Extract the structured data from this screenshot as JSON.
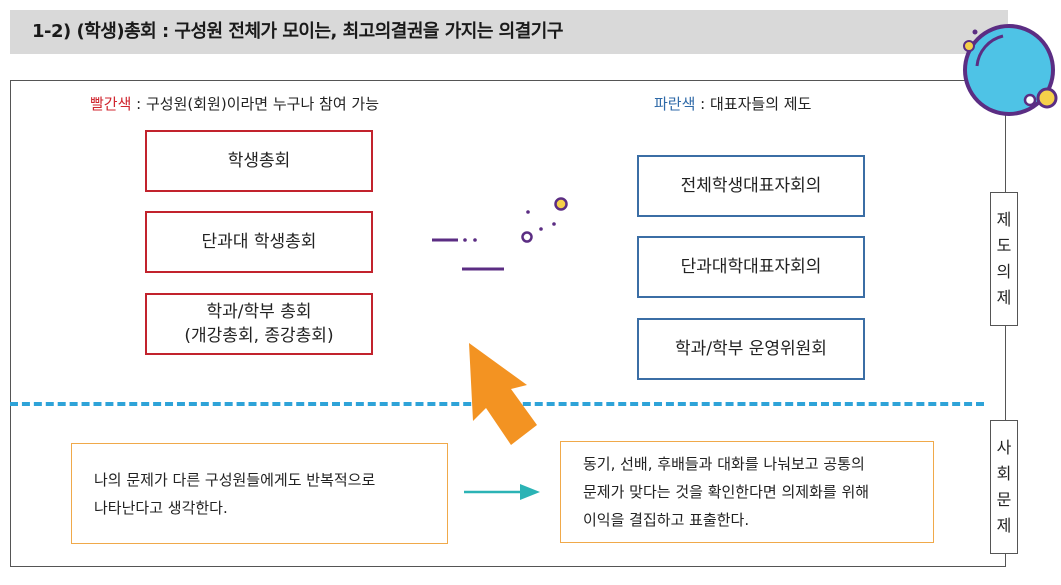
{
  "header": {
    "title": "1-2) (학생)총회 : 구성원 전체가 모이는, 최고의결권을 가지는 의결기구"
  },
  "left": {
    "legend_key": "빨간색",
    "legend_text": " : 구성원(회원)이라면 누구나 참여 가능",
    "items": [
      {
        "line1": "학생총회",
        "line2": ""
      },
      {
        "line1": "단과대 학생총회",
        "line2": ""
      },
      {
        "line1": "학과/학부 총회",
        "line2": "(개강총회, 종강총회)"
      }
    ]
  },
  "right": {
    "legend_key": "파란색",
    "legend_text": " : 대표자들의 제도",
    "items": [
      "전체학생대표자회의",
      "단과대학대표자회의",
      "학과/학부 운영위원회"
    ]
  },
  "side_labels": {
    "institution": [
      "제",
      "도",
      "의",
      "제"
    ],
    "society": [
      "사",
      "회",
      "문",
      "제"
    ]
  },
  "bottom": {
    "left_text": [
      "나의 문제가 다른 구성원들에게도 반복적으로",
      "나타난다고 생각한다."
    ],
    "right_text": [
      "동기, 선배, 후배들과 대화를 나눠보고 공통의",
      "문제가 맞다는 것을 확인한다면 의제화를 위해",
      "이익을 결집하고 표출한다."
    ]
  },
  "colors": {
    "red": "#c2232d",
    "blue": "#3b6ea5",
    "orange_arrow": "#f39322",
    "dashed_line": "#2ea3d8",
    "teal_arrow": "#2bb3b5",
    "purple_deco": "#5b2d83",
    "circle_fill": "#4ec3e6",
    "yellow": "#f5d04a"
  }
}
